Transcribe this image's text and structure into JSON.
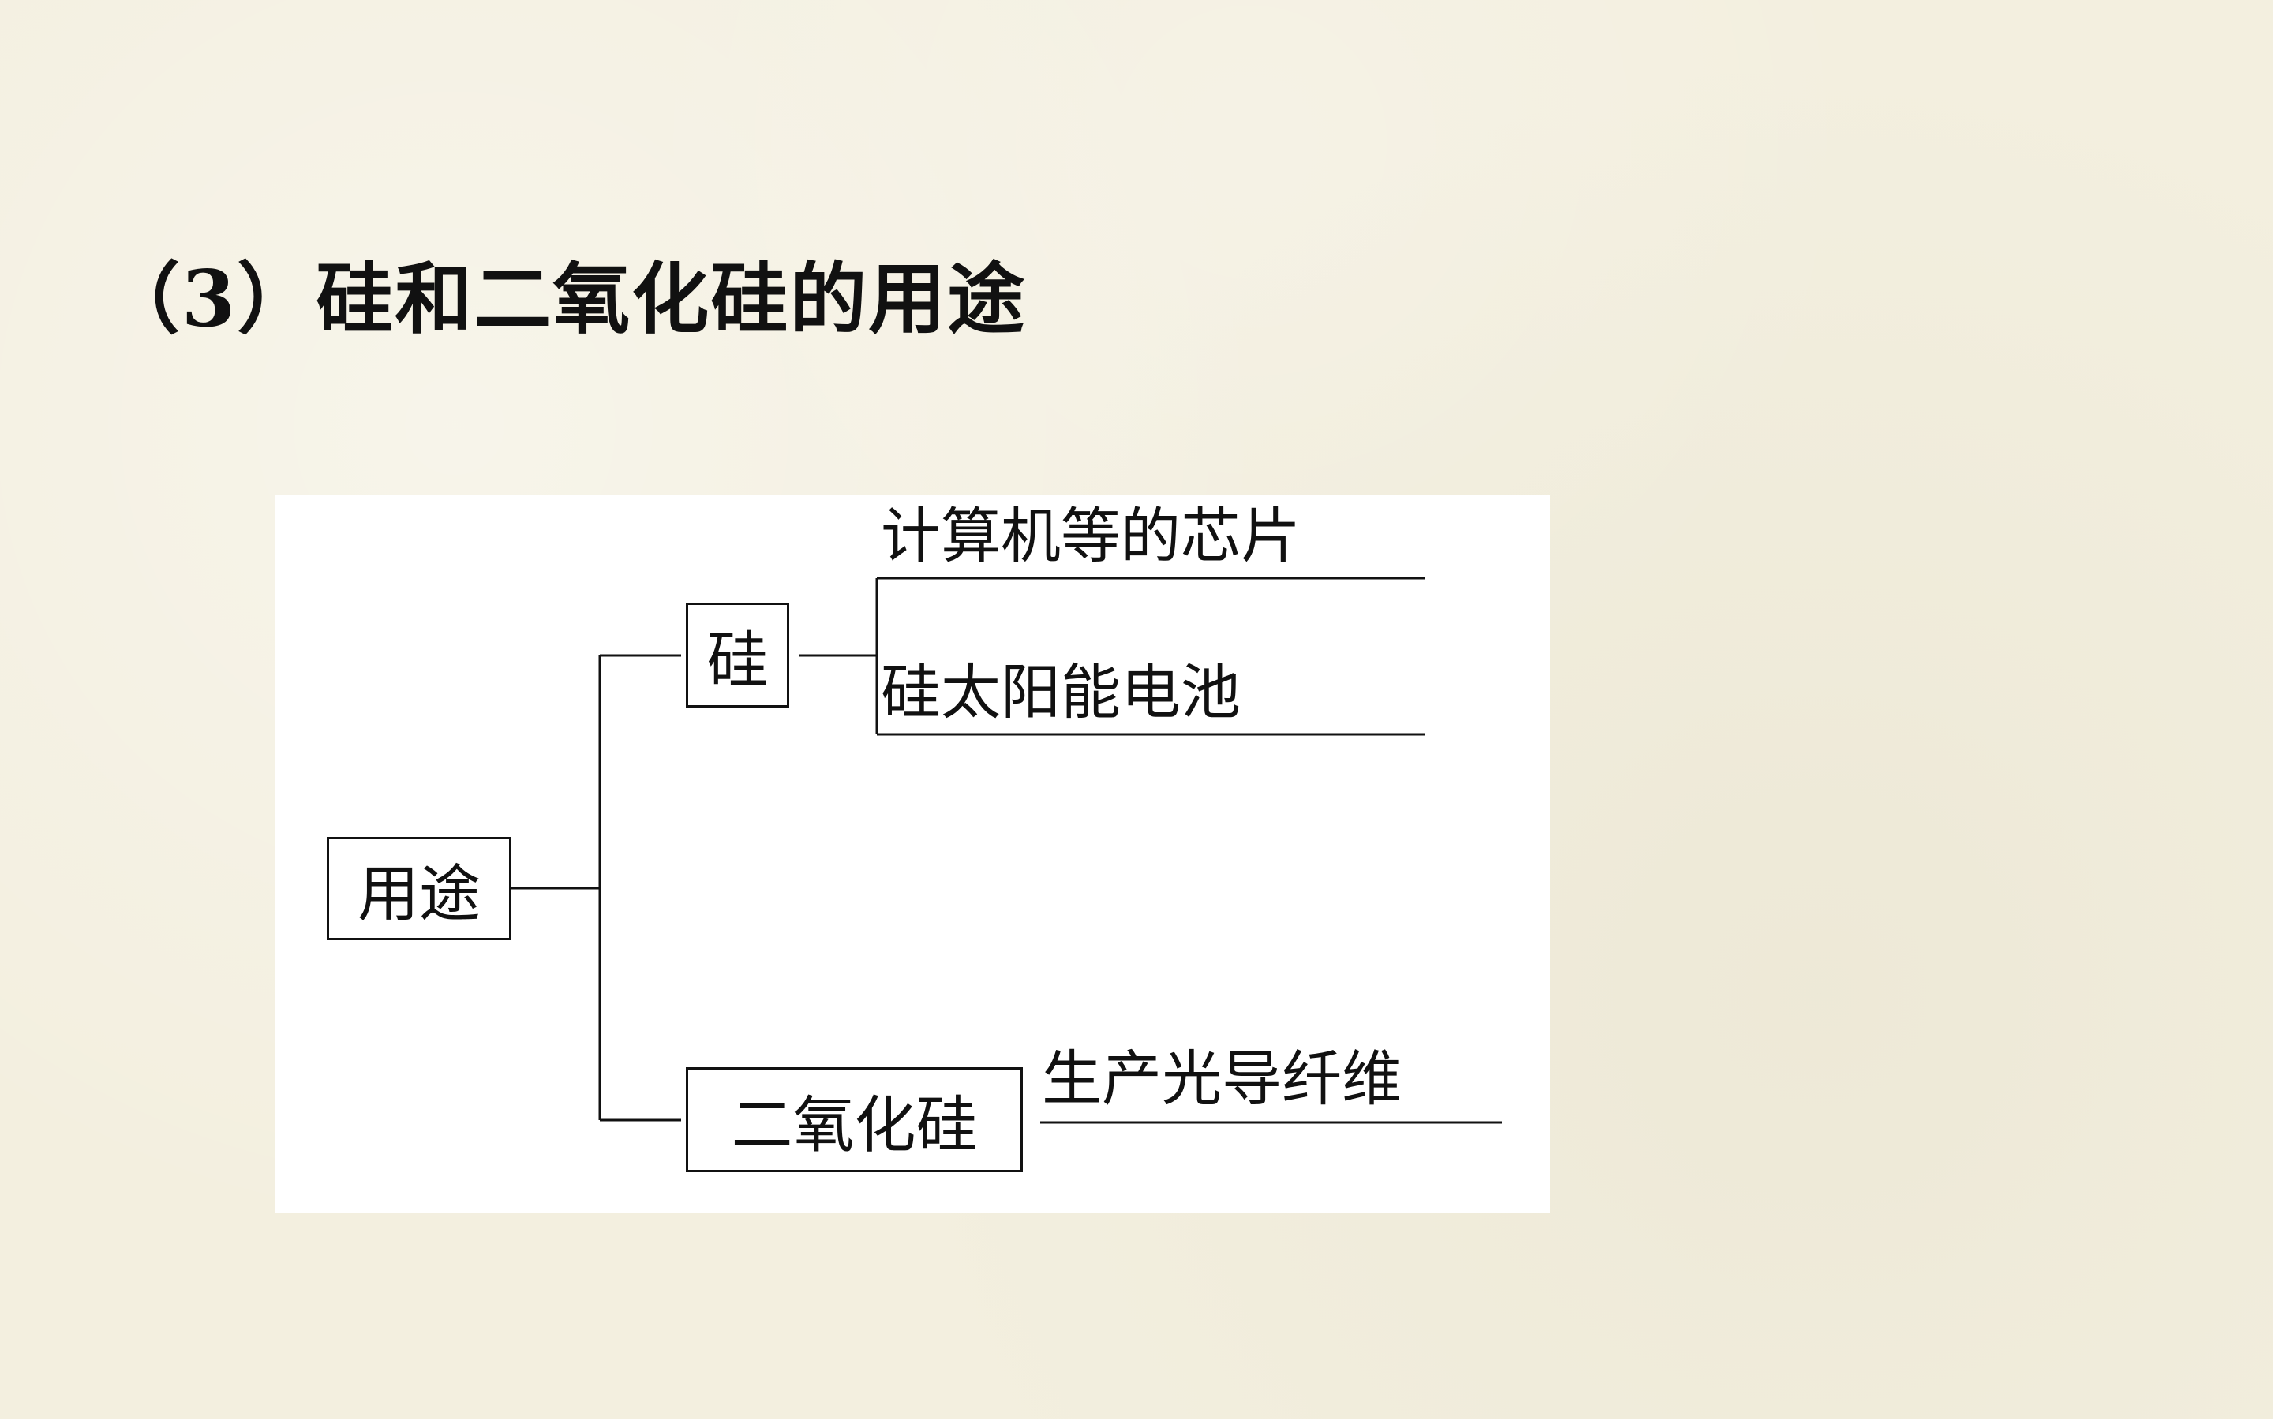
{
  "title": "（3）硅和二氧化硅的用途",
  "diagram": {
    "root": "用途",
    "branches": [
      {
        "label": "硅",
        "uses": [
          "计算机等的芯片",
          "硅太阳能电池"
        ]
      },
      {
        "label": "二氧化硅",
        "uses": [
          "生产光导纤维"
        ]
      }
    ]
  }
}
